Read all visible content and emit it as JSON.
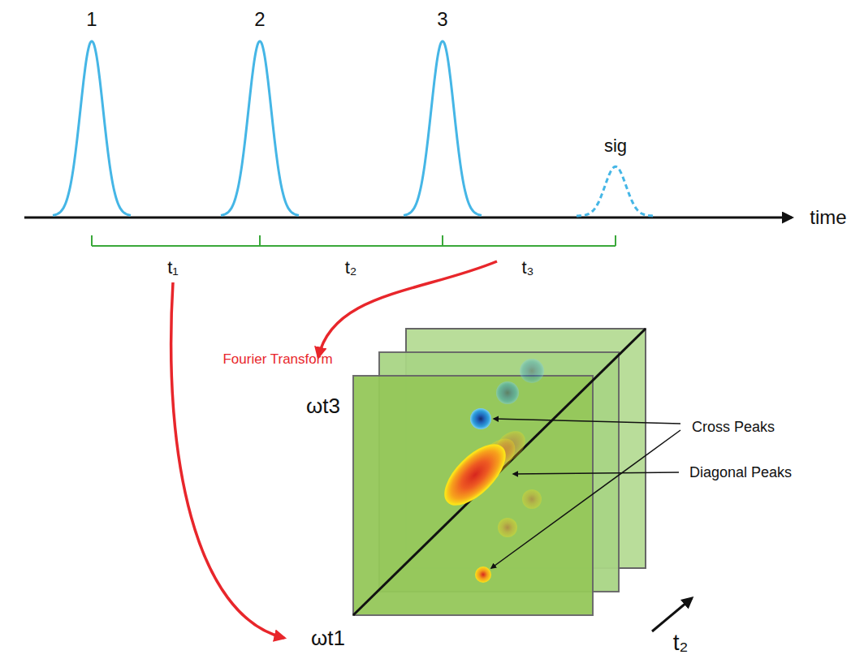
{
  "diagram": {
    "labels": [
      "1",
      "2",
      "3",
      "sig",
      "time",
      "t₁",
      "t₂",
      "t₃",
      "Fourier Transform",
      "ωt3",
      "Cross Peaks",
      "Diagonal Peaks",
      "ωt1",
      "t₂"
    ]
  }
}
